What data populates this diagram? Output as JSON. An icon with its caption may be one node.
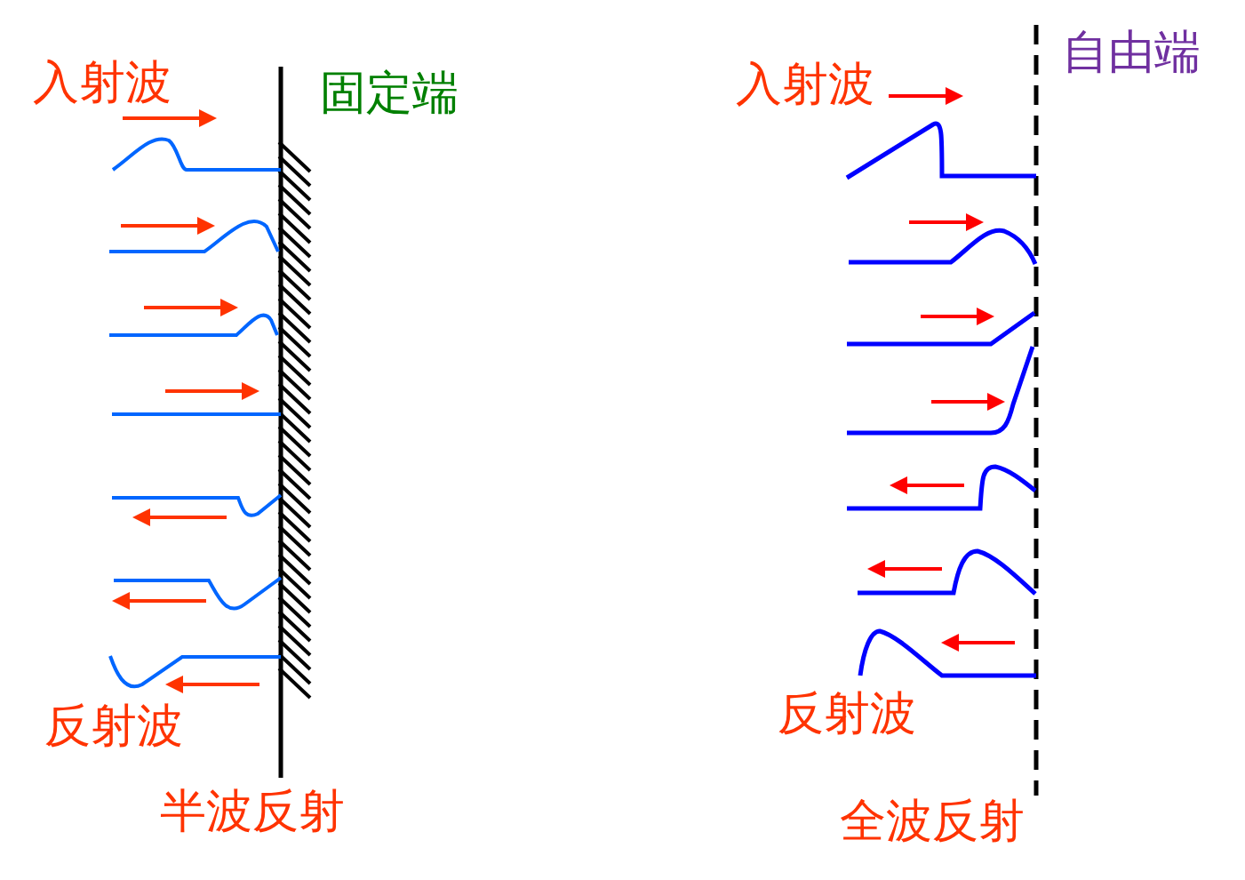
{
  "diagram": {
    "labels": [
      "入射波",
      "固定端",
      "反射波",
      "半波反射",
      "入射波",
      "自由端",
      "反射波",
      "全波反射"
    ]
  }
}
